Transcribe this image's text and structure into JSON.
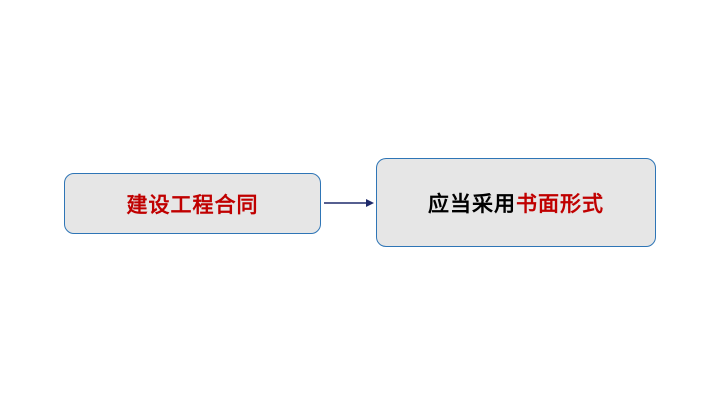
{
  "diagram": {
    "source_box": {
      "label": "建设工程合同",
      "color": "#c00000"
    },
    "target_box": {
      "label_prefix": "应当采用",
      "label_emphasis": "书面形式",
      "prefix_color": "#000000",
      "emphasis_color": "#c00000"
    },
    "connector": {
      "direction": "right",
      "color": "#1f2a6b"
    },
    "box_fill": "#e6e6e6",
    "box_border": "#2e75b6"
  }
}
